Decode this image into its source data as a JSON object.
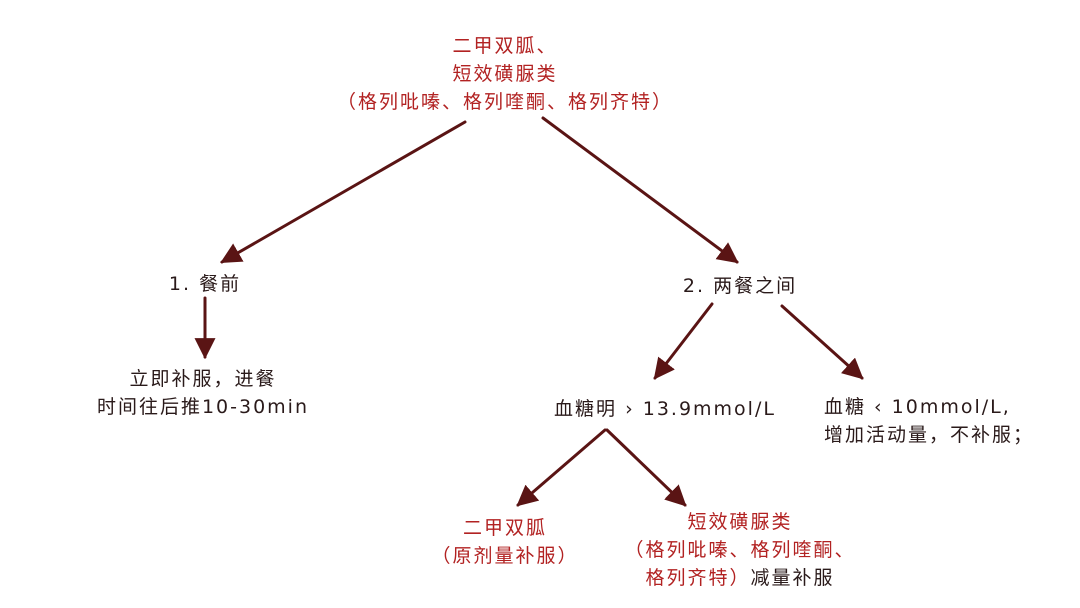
{
  "colors": {
    "red_text": "#b22222",
    "dark_text": "#2a1a1a",
    "arrow": "#5a1414"
  },
  "root": {
    "line1": "二甲双胍、",
    "line2": "短效磺脲类",
    "line3": "（格列吡嗪、格列喹酮、格列齐特）"
  },
  "before_meal": {
    "label": "1. 餐前"
  },
  "between_meals": {
    "label": "2. 两餐之间"
  },
  "immediate": {
    "line1": "立即补服，进餐",
    "line2": "时间往后推10-30min"
  },
  "high_glucose": {
    "label": "血糖明 › 13.9mmol/L"
  },
  "low_glucose": {
    "line1": "血糖 ‹ 10mmol/L,",
    "line2": "增加活动量，不补服；"
  },
  "metformin": {
    "line1": "二甲双胍",
    "line2": "（原剂量补服）"
  },
  "sulfonylurea": {
    "line1": "短效磺脲类",
    "line2": "（格列吡嗪、格列喹酮、",
    "line3_red": "格列齐特）",
    "line3_dark": "减量补服"
  }
}
